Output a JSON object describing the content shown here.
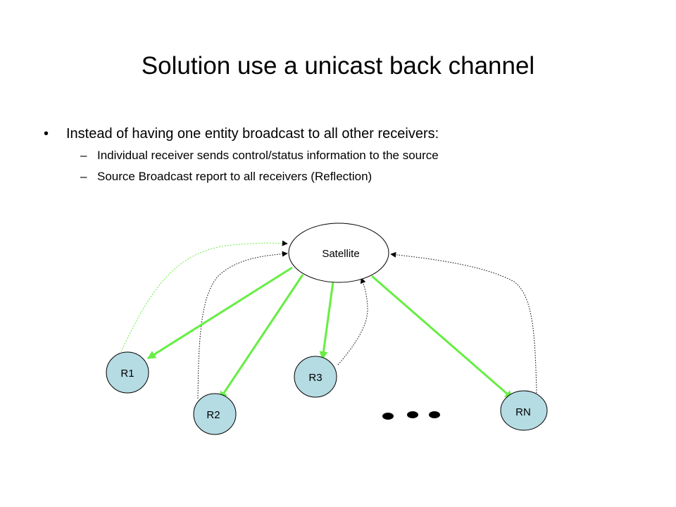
{
  "slide": {
    "title": "Solution use a unicast back channel",
    "bullet": {
      "marker": "•",
      "text": "Instead of having one entity broadcast to all other receivers:"
    },
    "sub_bullets": [
      {
        "marker": "–",
        "text": "Individual receiver sends control/status information to the source"
      },
      {
        "marker": "–",
        "text": "Source Broadcast report to all receivers (Reflection)"
      }
    ]
  },
  "diagram": {
    "source": {
      "label": "Satellite"
    },
    "receivers": [
      {
        "label": "R1"
      },
      {
        "label": "R2"
      },
      {
        "label": "R3"
      },
      {
        "label": "RN"
      }
    ],
    "colors": {
      "broadcast_arrow": "#66ee44",
      "r1_back_channel": "#66ee44",
      "back_channel": "#000000",
      "node_fill_receiver": "#b5dbe3",
      "node_fill_source": "#ffffff",
      "node_stroke": "#000000"
    },
    "ellipsis_note": "three dots shown between R3 and RN"
  }
}
